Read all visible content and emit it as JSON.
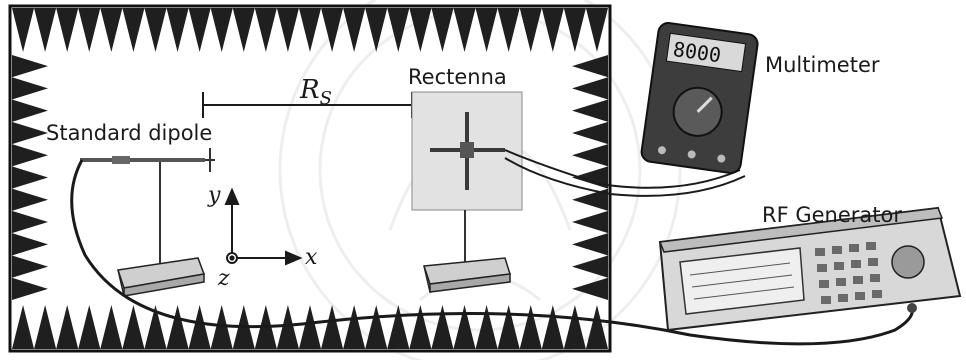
{
  "labels": {
    "standard_dipole": "Standard dipole",
    "rectenna": "Rectenna",
    "multimeter": "Multimeter",
    "rf_generator": "RF Generator",
    "distance_symbol": "R",
    "distance_subscript": "S",
    "axis_x": "x",
    "axis_y": "y",
    "axis_z": "z"
  },
  "colors": {
    "absorber": "#1f1f1f",
    "line": "#1a1a1a",
    "chamber_border": "#111111",
    "device_body": "#d8d8d8",
    "device_dark": "#4a4a4a",
    "watermark": "#cfcfcf"
  }
}
